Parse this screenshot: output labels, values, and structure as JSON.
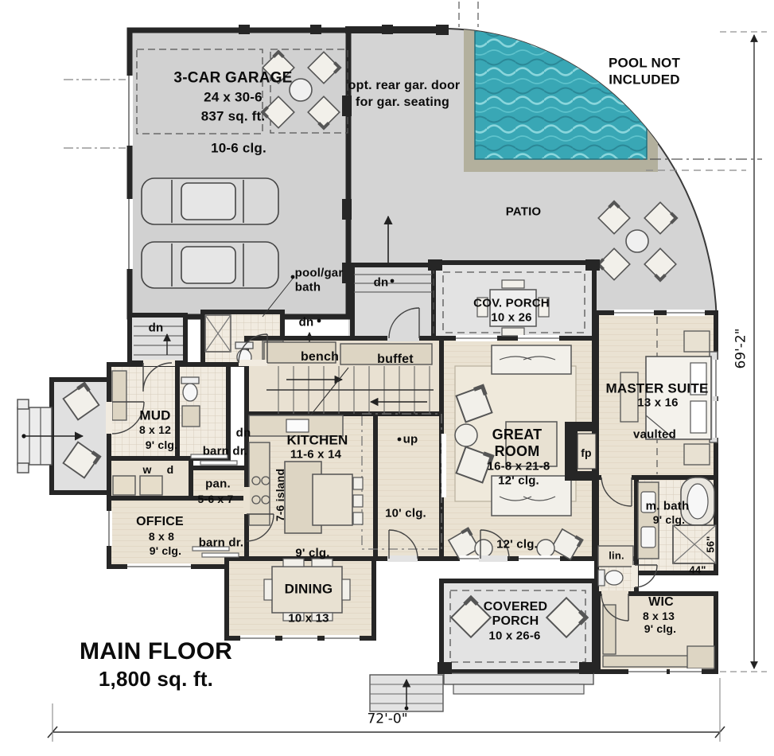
{
  "plan": {
    "title": "MAIN FLOOR",
    "area": "1,800 sq. ft."
  },
  "dimensions": {
    "width": "72'-0\"",
    "height": "69'-2\""
  },
  "site": {
    "pool_note_1": "POOL NOT",
    "pool_note_2": "INCLUDED",
    "patio": "PATIO",
    "garage_note_1": "opt. rear gar. door",
    "garage_note_2": "for gar. seating"
  },
  "rooms": {
    "garage": {
      "name": "3-CAR GARAGE",
      "dims": "24 x 30-6",
      "area": "837 sq. ft.",
      "clg": "10-6 clg."
    },
    "cov_porch": {
      "name": "COV. PORCH",
      "dims": "10 x 26"
    },
    "pool_bath": {
      "line_1": "pool/gar",
      "line_2": "bath"
    },
    "mud": {
      "name": "MUD",
      "dims": "8 x 12",
      "clg": "9' clg."
    },
    "office": {
      "name": "OFFICE",
      "dims": "8 x 8",
      "clg": "9' clg."
    },
    "pantry": {
      "name": "pan.",
      "dims": "5-6 x 7"
    },
    "kitchen": {
      "name": "KITCHEN",
      "dims": "11-6 x 14",
      "island": "7-6 island",
      "clg": "9' clg."
    },
    "dining": {
      "name": "DINING",
      "dims": "10 x 13"
    },
    "hall": {
      "clg": "10' clg."
    },
    "great_room": {
      "name_1": "GREAT",
      "name_2": "ROOM",
      "dims": "16-8 x 21-8",
      "clg": "12' clg."
    },
    "master": {
      "name": "MASTER SUITE",
      "dims": "13 x 16",
      "note": "vaulted"
    },
    "m_bath": {
      "name": "m. bath",
      "clg": "9' clg.",
      "linen": "lin.",
      "shower_w": "56\"",
      "shower_d": "44\""
    },
    "wic": {
      "name": "WIC",
      "dims": "8 x 13",
      "clg": "9' clg."
    },
    "covered_porch": {
      "name_1": "COVERED",
      "name_2": "PORCH",
      "dims": "10 x 26-6"
    }
  },
  "annotations": {
    "dn": "dn",
    "up": "up",
    "bench": "bench",
    "buffet": "buffet",
    "barn_dr": "barn dr.",
    "washer": "w",
    "dryer": "d",
    "fireplace": "fp"
  },
  "colors": {
    "wall": "#262626",
    "wood_floor": "#eae2d2",
    "tile_floor": "#f0eadf",
    "patio": "#d4d4d4",
    "garage_slab": "#d1d1d1",
    "porch": "#e3e3e3",
    "pool_water": "#3aa8b6",
    "pool_deck": "#b3b09d",
    "furniture": "#f2f0ea",
    "text": "#0c0c0c"
  }
}
